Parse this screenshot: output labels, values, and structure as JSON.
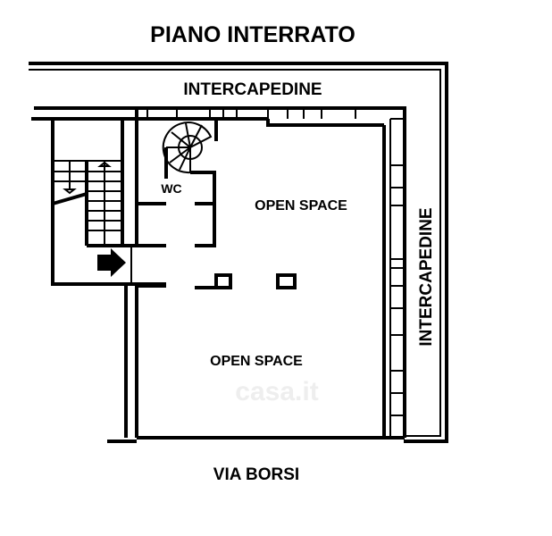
{
  "title": "PIANO INTERRATO",
  "labels": {
    "top_gap": "INTERCAPEDINE",
    "right_gap": "INTERCAPEDINE",
    "open_space_upper": "OPEN SPACE",
    "open_space_lower": "OPEN SPACE",
    "wc": "WC",
    "street": "VIA BORSI"
  },
  "watermark": "casa.it",
  "colors": {
    "line": "#000000",
    "background": "#ffffff"
  }
}
